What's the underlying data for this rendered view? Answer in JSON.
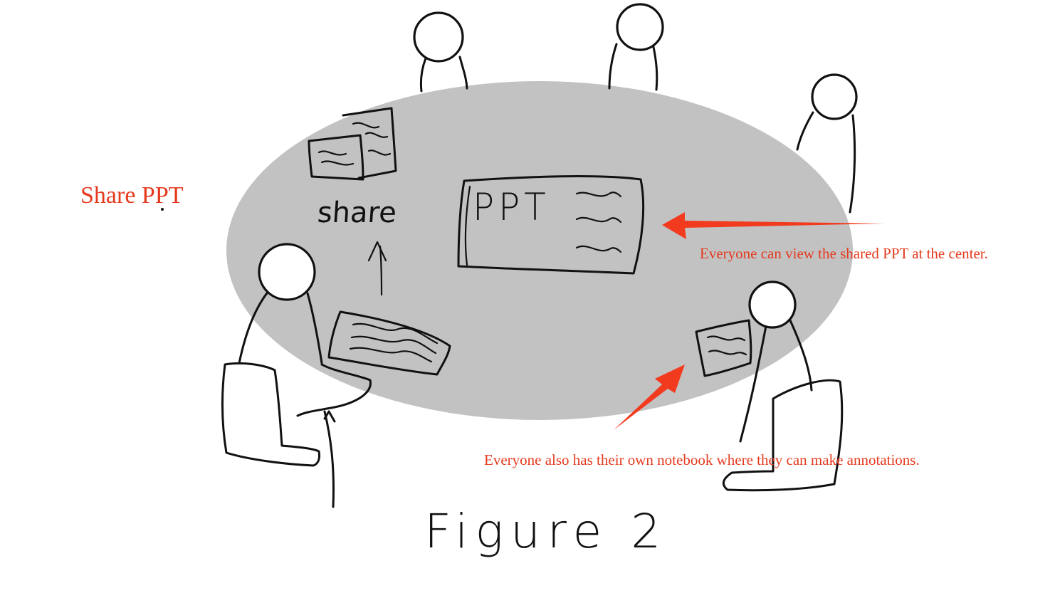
{
  "annotations": {
    "share_label": "Share PPT",
    "center_note": "Everyone can view the shared PPT at the center.",
    "notebook_note": "Everyone also has their own notebook where they can make annotations."
  },
  "sketch_text": {
    "ppt": "PPT",
    "share": "share",
    "caption": "Figure 2"
  },
  "colors": {
    "annotation": "#e53a1e",
    "arrow": "#f23a1e",
    "table": "#c2c2c2",
    "ink": "#111111"
  }
}
